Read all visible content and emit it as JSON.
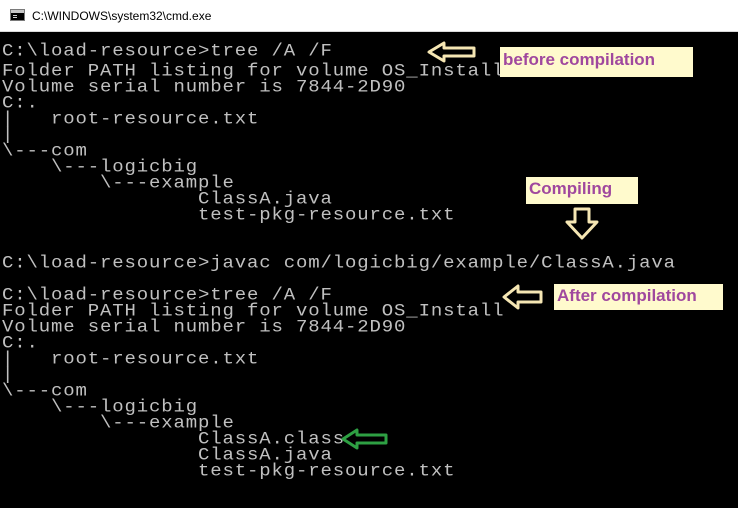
{
  "window": {
    "title": "C:\\WINDOWS\\system32\\cmd.exe"
  },
  "console": {
    "lines": [
      "C:\\load-resource>tree /A /F",
      "Folder PATH listing for volume OS_Install",
      "Volume serial number is 7844-2D90",
      "C:.",
      "|   root-resource.txt",
      "|",
      "\\---com",
      "    \\---logicbig",
      "        \\---example",
      "                ClassA.java",
      "                test-pkg-resource.txt",
      "",
      "C:\\load-resource>javac com/logicbig/example/ClassA.java",
      "",
      "C:\\load-resource>tree /A /F",
      "Folder PATH listing for volume OS_Install",
      "Volume serial number is 7844-2D90",
      "C:.",
      "|   root-resource.txt",
      "|",
      "\\---com",
      "    \\---logicbig",
      "        \\---example",
      "                ClassA.class",
      "                ClassA.java",
      "                test-pkg-resource.txt"
    ]
  },
  "annotations": {
    "before": "before compilation",
    "compiling": "Compiling",
    "after": "After compilation"
  },
  "colors": {
    "console_background": "#000000",
    "console_text": "#c0c0c0",
    "annotation_background": "#fffacd",
    "annotation_text": "#a0489e",
    "arrow_outline": "#f5e6b3",
    "arrow_green": "#2ea043"
  },
  "icons": {
    "title": "cmd-icon",
    "before_arrow": "left-arrow-icon",
    "compiling_arrow": "down-arrow-icon",
    "after_arrow": "left-arrow-icon",
    "classfile_arrow": "left-arrow-green-icon"
  }
}
